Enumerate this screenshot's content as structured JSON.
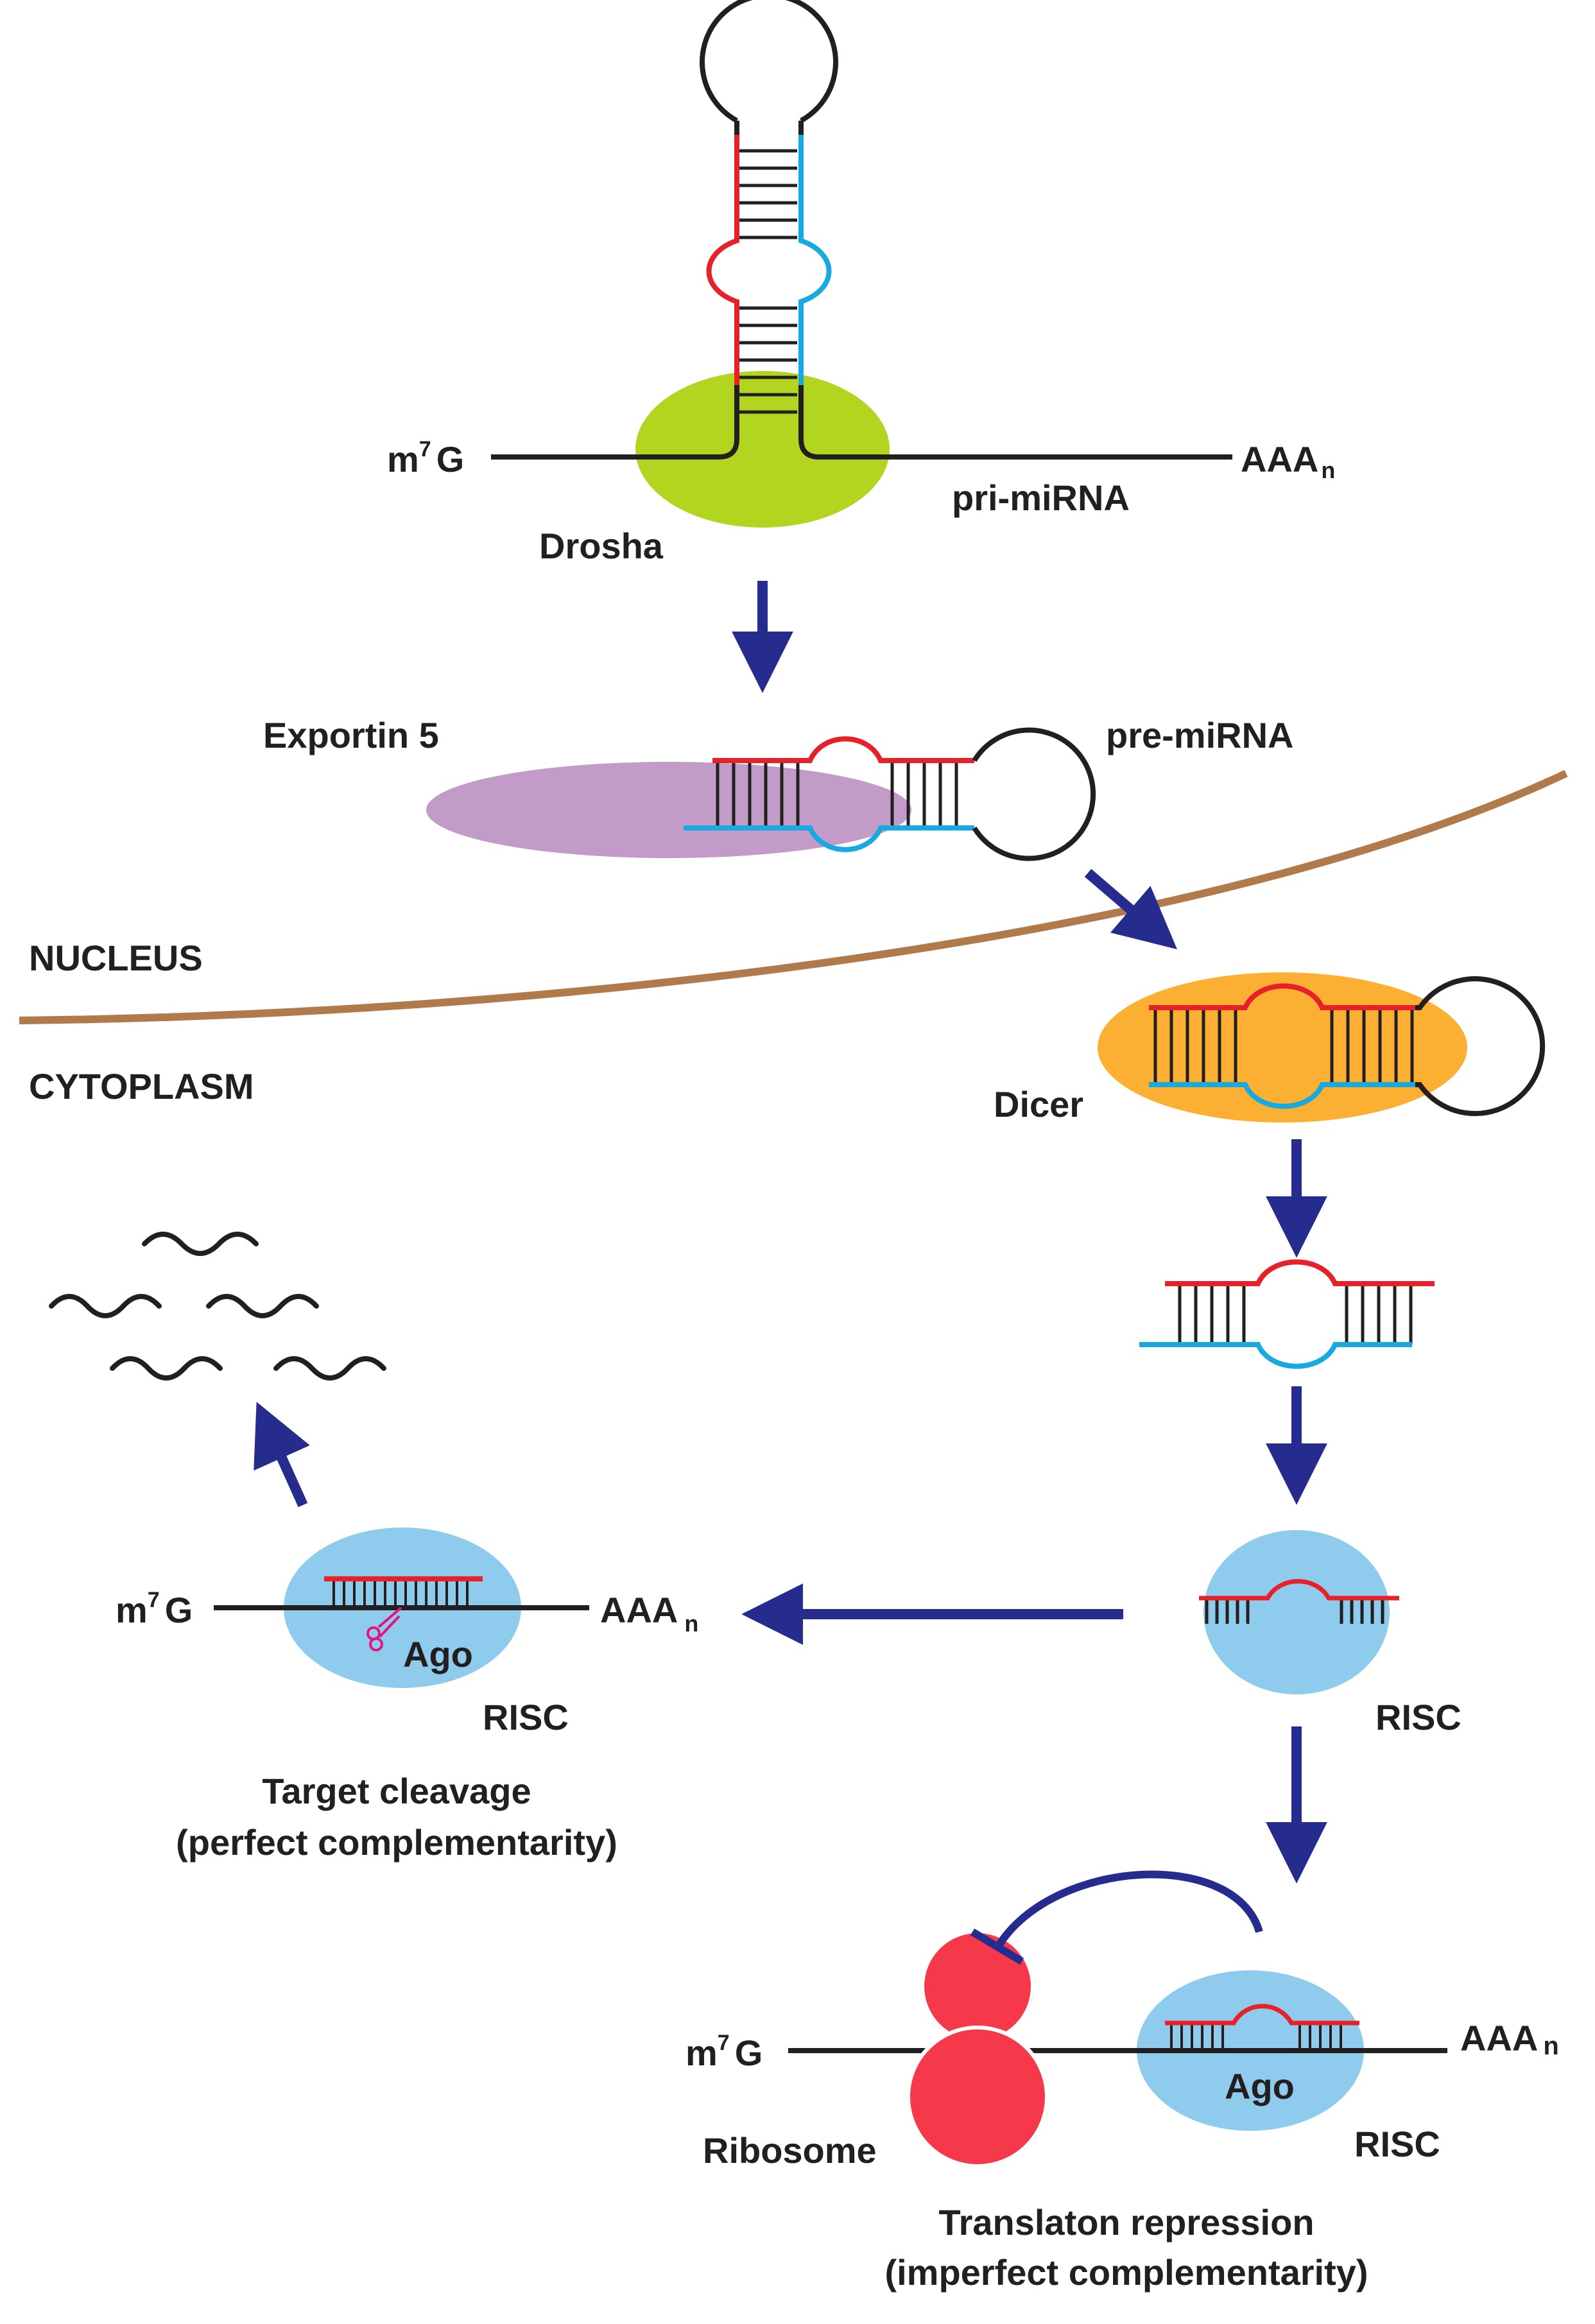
{
  "labels": {
    "cap_symbol": "m",
    "cap_superscript": "7",
    "cap_letter": "G",
    "polyA": "AAA",
    "polyA_subscript": "n",
    "pri_mirna": "pri-miRNA",
    "drosha": "Drosha",
    "exportin": "Exportin 5",
    "pre_mirna": "pre-miRNA",
    "nucleus": "NUCLEUS",
    "cytoplasm": "CYTOPLASM",
    "dicer": "Dicer",
    "risc": "RISC",
    "ago": "Ago",
    "ribosome": "Ribosome",
    "cleavage_title": "Target cleavage",
    "cleavage_subtitle": "(perfect complementarity)",
    "repression_title": "Translaton repression",
    "repression_subtitle": "(imperfect complementarity)"
  },
  "colors": {
    "mirna_guide_strand": "#e8202a",
    "passenger_strand": "#18a9e1",
    "rna_backbone": "#231f20",
    "drosha": "#b2d620",
    "exportin": "#c39bc9",
    "dicer": "#fbb033",
    "risc": "#8ecbec",
    "ribosome": "#f5394a",
    "arrows": "#262b8e",
    "nuclear_envelope": "#b07a4a",
    "scissors": "#e5127f"
  }
}
